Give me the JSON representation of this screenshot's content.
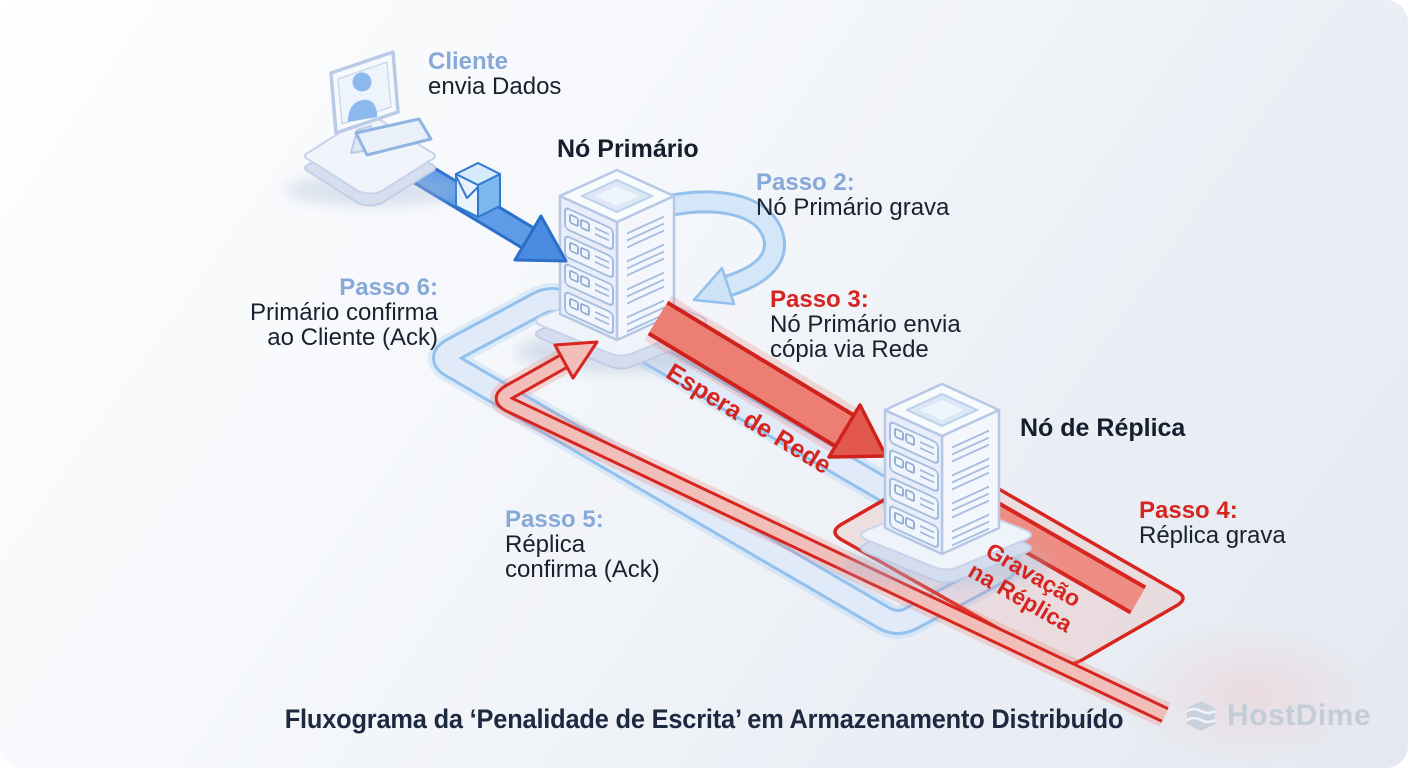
{
  "client": {
    "title": "Cliente",
    "subtitle": "envia Dados"
  },
  "primary_node": {
    "label": "Nó Primário"
  },
  "replica_node": {
    "label": "Nó de Réplica"
  },
  "steps": {
    "passo2": {
      "title": "Passo 2:",
      "line1": "Nó Primário grava"
    },
    "passo3": {
      "title": "Passo 3:",
      "line1": "Nó Primário envia",
      "line2": "cópia via Rede"
    },
    "passo4": {
      "title": "Passo 4:",
      "line1": "Réplica grava"
    },
    "passo5": {
      "title": "Passo 5:",
      "line1": "Réplica",
      "line2": "confirma (Ack)"
    },
    "passo6": {
      "title": "Passo 6:",
      "line1": "Primário confirma",
      "line2": "ao Cliente (Ack)"
    }
  },
  "arrow_labels": {
    "network_wait": "Espera de Rede",
    "replica_write_line1": "Gravação",
    "replica_write_line2": "na Réplica"
  },
  "footer": {
    "caption": "Fluxograma da ‘Penalidade de Escrita’ em Armazenamento Distribuído",
    "brand": "HostDime"
  },
  "colors": {
    "step_blue": "#87a9d8",
    "step_red": "#d6251f",
    "text_dark": "#18212e",
    "client_arrow_blue": "#2b6fc9",
    "ack_band_blue": "#93c1ee",
    "brand_gray": "#c3ccd9"
  }
}
